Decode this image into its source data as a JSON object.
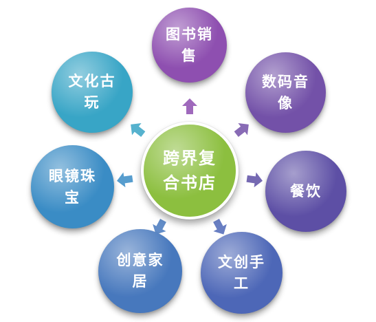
{
  "diagram": {
    "center": {
      "label": "跨界复合书店",
      "color": "#8cbf3f"
    },
    "nodes": [
      {
        "id": "books",
        "label": "图书销售",
        "color": "#8e4fb0"
      },
      {
        "id": "digital",
        "label": "数码音像",
        "color": "#7351a8"
      },
      {
        "id": "dining",
        "label": "餐饮",
        "color": "#5d4fa5"
      },
      {
        "id": "crafts",
        "label": "文创手工",
        "color": "#4d67b7"
      },
      {
        "id": "home",
        "label": "创意家居",
        "color": "#4778bd"
      },
      {
        "id": "jewelry",
        "label": "眼镜珠宝",
        "color": "#3a8cc5"
      },
      {
        "id": "antiques",
        "label": "文化古玩",
        "color": "#38a5c6"
      }
    ]
  }
}
